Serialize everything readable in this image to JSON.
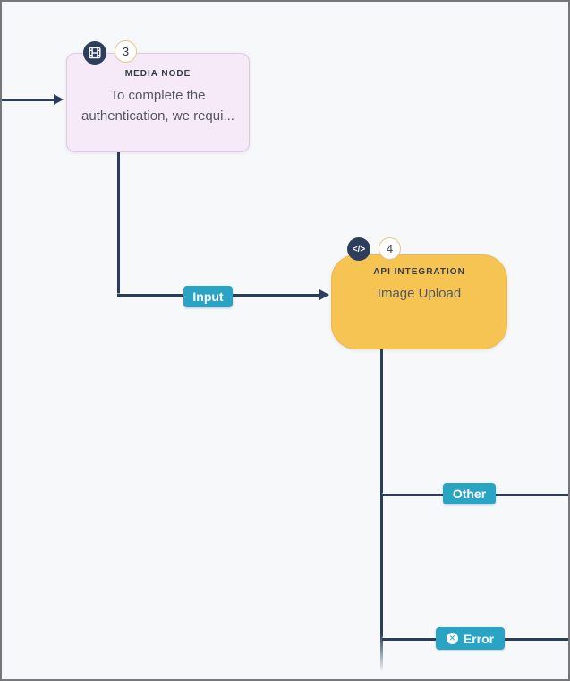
{
  "canvas": {
    "background_color": "#f7f8fa",
    "border_color": "#75787b",
    "connector_color": "#2a3d5c",
    "edge_badge_color": "#2aa4c5"
  },
  "nodes": [
    {
      "type_label": "MEDIA NODE",
      "body": "To complete the authentication, we requi...",
      "number": "3",
      "icon": "film-icon",
      "fill_color": "#f6eaf8"
    },
    {
      "type_label": "API INTEGRATION",
      "body": "Image Upload",
      "number": "4",
      "icon": "code-icon",
      "code_glyph": "</>",
      "fill_color": "#f6c453"
    }
  ],
  "edges": {
    "input_label": "Input",
    "other_label": "Other",
    "error_label": "Error",
    "error_icon_glyph": "✕"
  }
}
